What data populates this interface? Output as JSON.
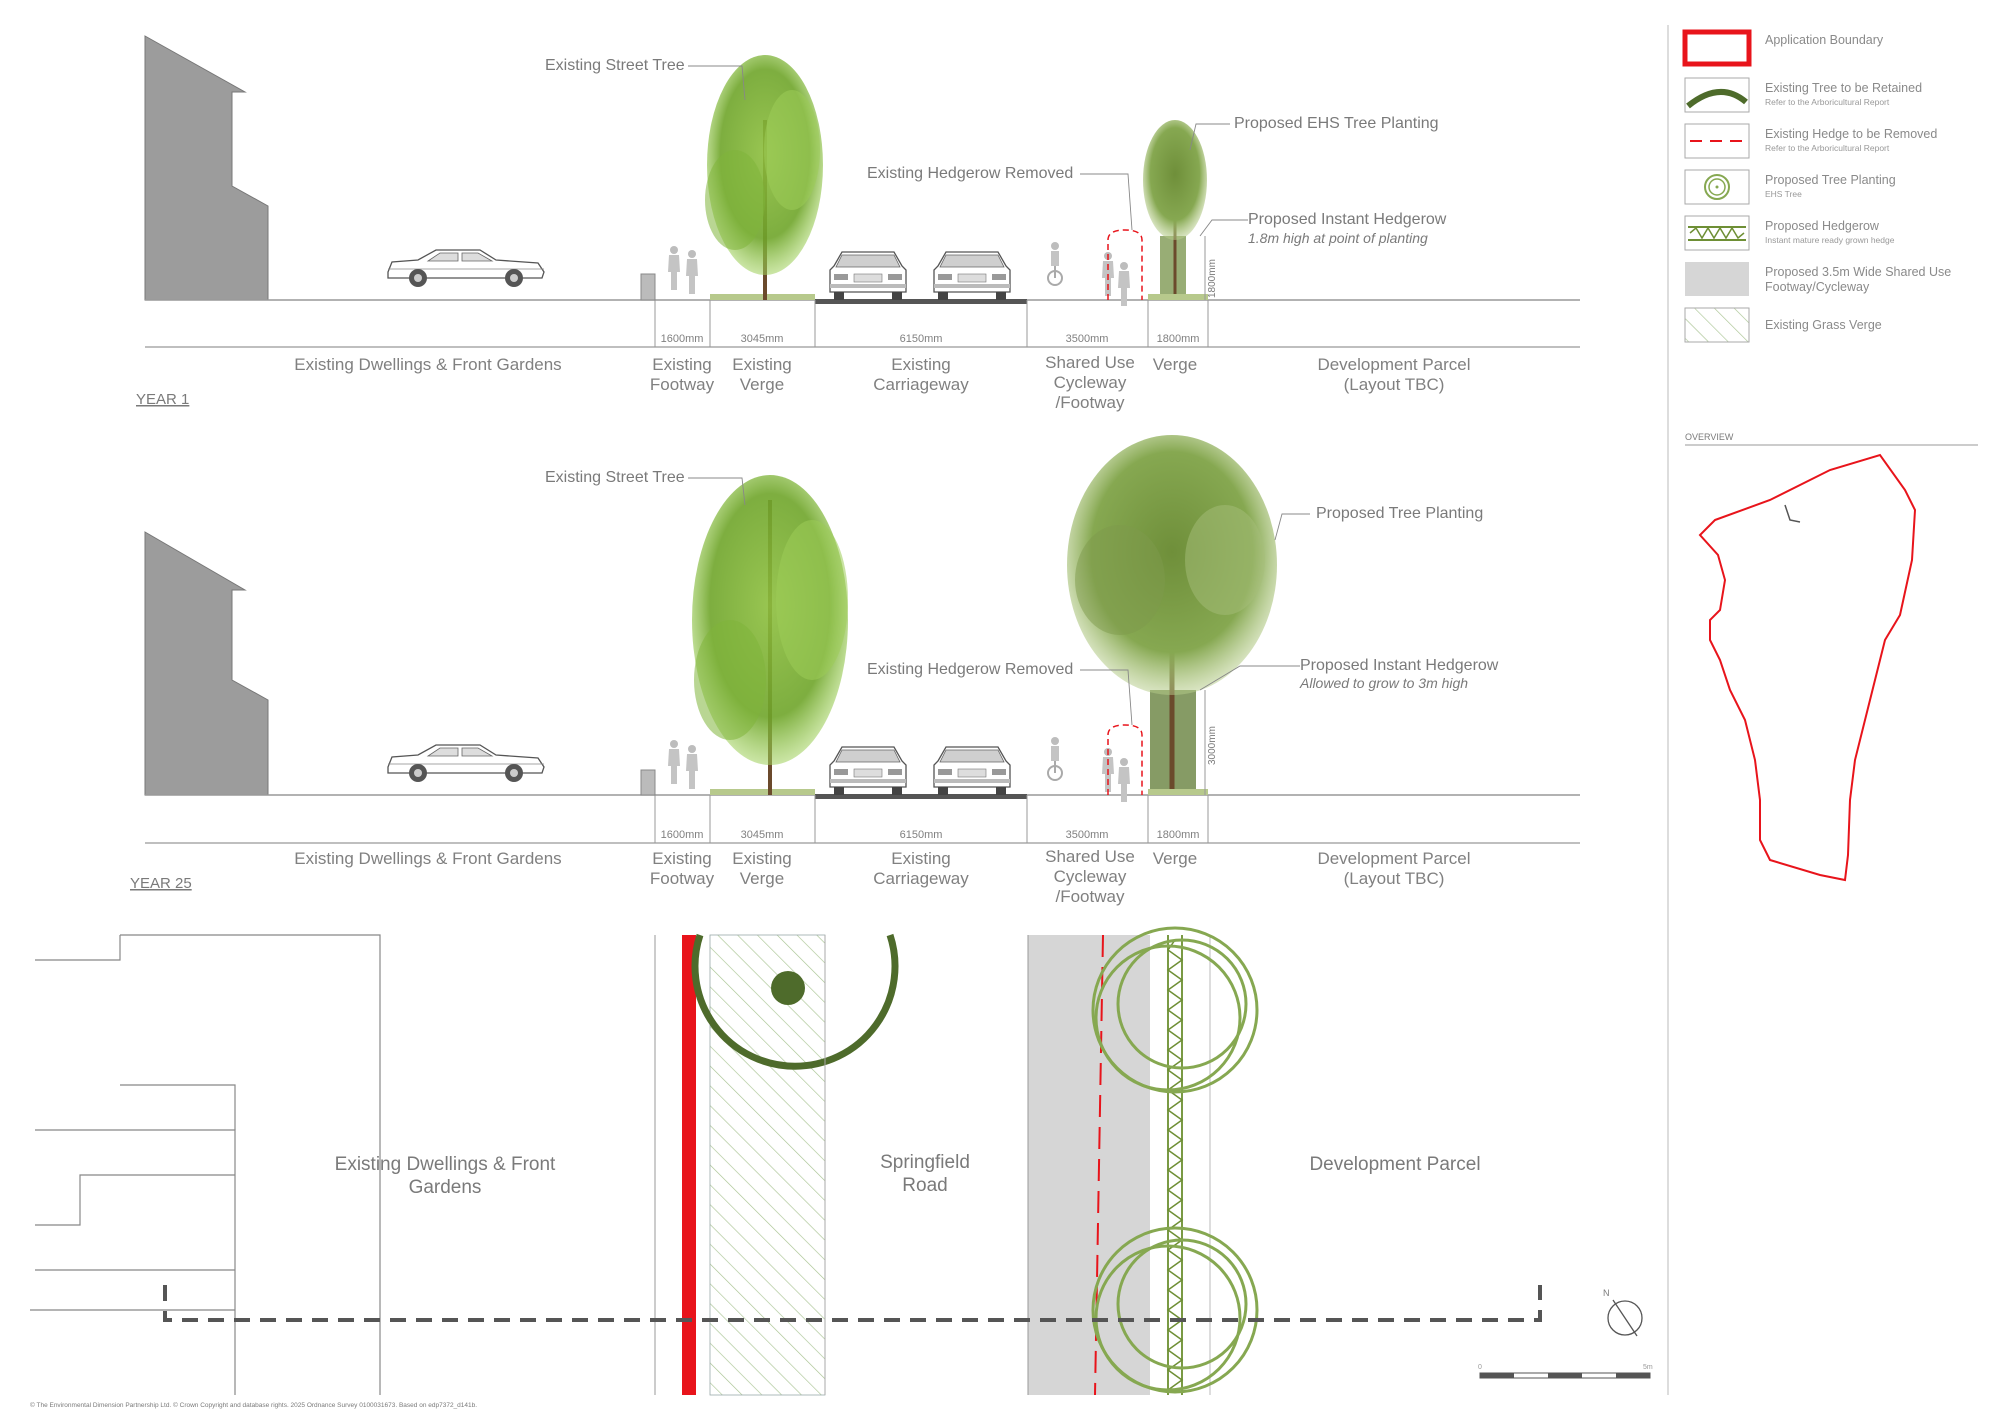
{
  "sections": [
    {
      "year_label": "YEAR 1",
      "annotations": {
        "street_tree": "Existing Street Tree",
        "hedge_removed": "Existing Hedgerow Removed",
        "proposed_tree": "Proposed EHS Tree Planting",
        "proposed_hedge": "Proposed Instant Hedgerow",
        "proposed_hedge_note": "1.8m high at point of planting",
        "hedge_height": "1800mm"
      },
      "dims": [
        "1600mm",
        "3045mm",
        "6150mm",
        "3500mm",
        "1800mm"
      ],
      "zones": {
        "dwellings": "Existing Dwellings & Front Gardens",
        "footway_1": "Existing",
        "footway_2": "Footway",
        "verge_1": "Existing",
        "verge_2": "Verge",
        "carriage_1": "Existing",
        "carriage_2": "Carriageway",
        "shared_1": "Shared Use",
        "shared_2": "Cycleway",
        "shared_3": "/Footway",
        "verge_new": "Verge",
        "parcel_1": "Development Parcel",
        "parcel_2": "(Layout TBC)"
      }
    },
    {
      "year_label": "YEAR 25",
      "annotations": {
        "street_tree": "Existing Street Tree",
        "hedge_removed": "Existing Hedgerow Removed",
        "proposed_tree": "Proposed Tree Planting",
        "proposed_hedge": "Proposed Instant Hedgerow",
        "proposed_hedge_note": "Allowed to grow to 3m high",
        "hedge_height": "3000mm"
      },
      "dims": [
        "1600mm",
        "3045mm",
        "6150mm",
        "3500mm",
        "1800mm"
      ],
      "zones": {
        "dwellings": "Existing Dwellings & Front Gardens",
        "footway_1": "Existing",
        "footway_2": "Footway",
        "verge_1": "Existing",
        "verge_2": "Verge",
        "carriage_1": "Existing",
        "carriage_2": "Carriageway",
        "shared_1": "Shared Use",
        "shared_2": "Cycleway",
        "shared_3": "/Footway",
        "verge_new": "Verge",
        "parcel_1": "Development Parcel",
        "parcel_2": "(Layout TBC)"
      }
    }
  ],
  "plan": {
    "dwellings_1": "Existing Dwellings & Front",
    "dwellings_2": "Gardens",
    "road_1": "Springfield",
    "road_2": "Road",
    "parcel": "Development Parcel",
    "scale_start": "0",
    "scale_end": "5m"
  },
  "legend": [
    {
      "title": "Application Boundary",
      "sub": ""
    },
    {
      "title": "Existing Tree to be Retained",
      "sub": "Refer to the Arboricultural Report"
    },
    {
      "title": "Existing Hedge to be Removed",
      "sub": "Refer to the Arboricultural Report"
    },
    {
      "title": "Proposed Tree Planting",
      "sub": "EHS Tree"
    },
    {
      "title": "Proposed Hedgerow",
      "sub": "Instant mature ready grown hedge"
    },
    {
      "title": "Proposed 3.5m Wide Shared Use",
      "sub": "Footway/Cycleway"
    },
    {
      "title": "Existing Grass Verge",
      "sub": ""
    }
  ],
  "overview_label": "OVERVIEW",
  "copyright": "© The Environmental Dimension Partnership Ltd. © Crown Copyright and database rights. 2025 Ordnance Survey 0100031673. Based on edp7372_d141b.",
  "colors": {
    "boundary_red": "#e8141b",
    "tree_dark_green": "#4e6b2b",
    "proposed_green": "#7a9a44",
    "shared_grey": "#d6d6d6",
    "building_grey": "#9c9c9c"
  }
}
